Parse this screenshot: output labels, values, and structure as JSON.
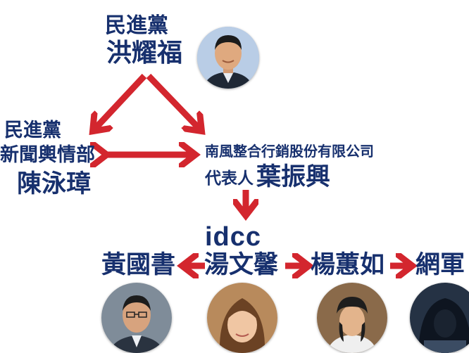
{
  "colors": {
    "navy": "#17306e",
    "red": "#d3262e",
    "background": "#ffffff"
  },
  "top_person": {
    "party": "民進黨",
    "name": "洪耀福",
    "photo_icon": "man-portrait-icon"
  },
  "left_person": {
    "party": "民進黨",
    "dept": "新聞輿情部",
    "name": "陳泳璋"
  },
  "right_person": {
    "company": "南風整合行銷股份有限公司",
    "role": "代表人",
    "name": "葉振興"
  },
  "org": {
    "name": "idcc"
  },
  "bottom_row": {
    "person1": {
      "name": "黃國書",
      "photo_icon": "man-glasses-portrait-icon"
    },
    "person2": {
      "name": "湯文馨",
      "photo_icon": "woman-portrait-icon"
    },
    "person3": {
      "name": "楊蕙如",
      "photo_icon": "woman-hat-portrait-icon"
    },
    "person4": {
      "name": "網軍",
      "photo_icon": "hooded-hacker-icon"
    }
  }
}
